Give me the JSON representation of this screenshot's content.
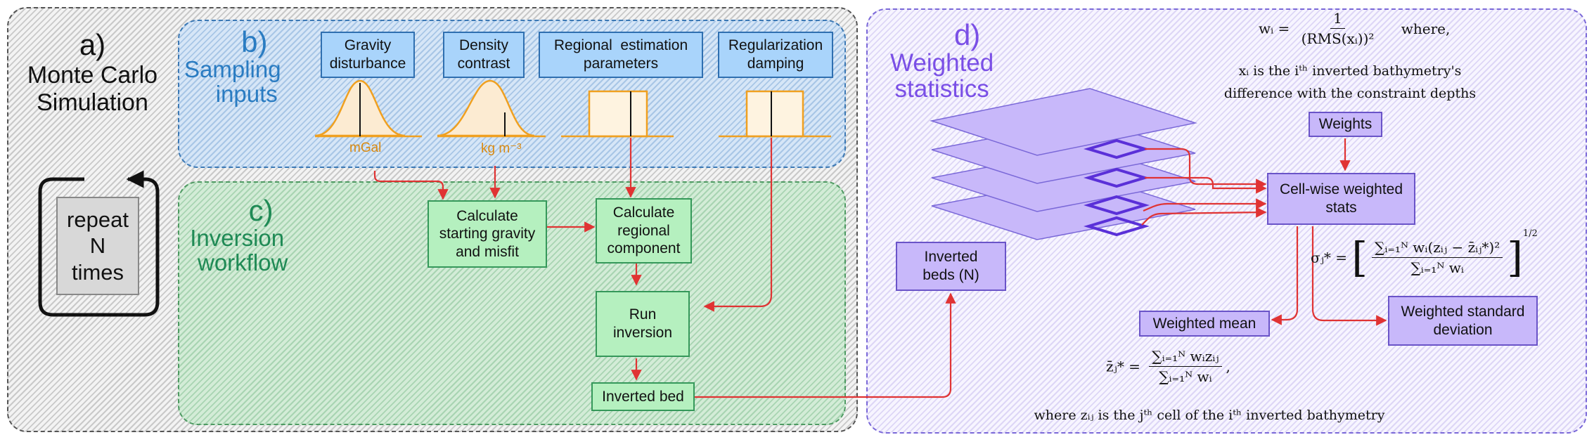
{
  "panels": {
    "a": {
      "letter": "a)",
      "title_line1": "Monte Carlo",
      "title_line2": "Simulation"
    },
    "b": {
      "letter": "b)",
      "title_line1": "Sampling",
      "title_line2": "inputs"
    },
    "c": {
      "letter": "c)",
      "title_line1": "Inversion",
      "title_line2": "workflow"
    },
    "d": {
      "letter": "d)",
      "title_line1": "Weighted",
      "title_line2": "statistics"
    }
  },
  "repeat": {
    "line1": "repeat",
    "line2": "N",
    "line3": "times"
  },
  "inputs": [
    {
      "label_line1": "Gravity",
      "label_line2": "disturbance",
      "unit": "mGal",
      "distribution": "normal"
    },
    {
      "label_line1": "Density",
      "label_line2": "contrast",
      "unit": "kg m⁻³",
      "distribution": "normal"
    },
    {
      "label_line1": "Regional  estimation",
      "label_line2": "parameters",
      "unit": "",
      "distribution": "uniform"
    },
    {
      "label_line1": "Regularization",
      "label_line2": "damping",
      "unit": "",
      "distribution": "uniform"
    }
  ],
  "workflow": {
    "starting": {
      "line1": "Calculate",
      "line2": "starting gravity",
      "line3": "and misfit"
    },
    "regional": {
      "line1": "Calculate",
      "line2": "regional",
      "line3": "component"
    },
    "run": {
      "line1": "Run",
      "line2": "inversion"
    },
    "inverted_bed": "Inverted bed"
  },
  "stats": {
    "inverted_beds": {
      "line1": "Inverted",
      "line2": "beds (N)"
    },
    "weights": "Weights",
    "cellwise": {
      "line1": "Cell-wise weighted",
      "line2": "stats"
    },
    "weighted_mean": "Weighted mean",
    "weighted_std": {
      "line1": "Weighted standard",
      "line2": "deviation"
    }
  },
  "equations": {
    "w_lhs": "wᵢ =",
    "w_num": "1",
    "w_den": "(RMS(xᵢ))²",
    "w_where": "where,",
    "x_line1": "xᵢ is the iᵗʰ inverted bathymetry's",
    "x_line2": "difference with the constraint depths",
    "sigma_lhs": "σⱼ* =",
    "sigma_num": "∑ᵢ₌₁ᴺ wᵢ(zᵢⱼ − z̄ᵢⱼ*)²",
    "sigma_den": "∑ᵢ₌₁ᴺ wᵢ",
    "sigma_exp": "1/2",
    "zbar_lhs": "z̄ⱼ* =",
    "zbar_num": "∑ᵢ₌₁ᴺ wᵢzᵢⱼ",
    "zbar_den": "∑ᵢ₌₁ᴺ wᵢ",
    "zbar_tail": ",",
    "z_where": "where zᵢⱼ is the jᵗʰ cell of the iᵗʰ inverted bathymetry"
  },
  "colors": {
    "arrow": "#e03333",
    "distribution": "#f0a020",
    "blue_box": "#a9d4fb",
    "green_box": "#b5f0bf",
    "purple_box": "#c8b8fa"
  }
}
